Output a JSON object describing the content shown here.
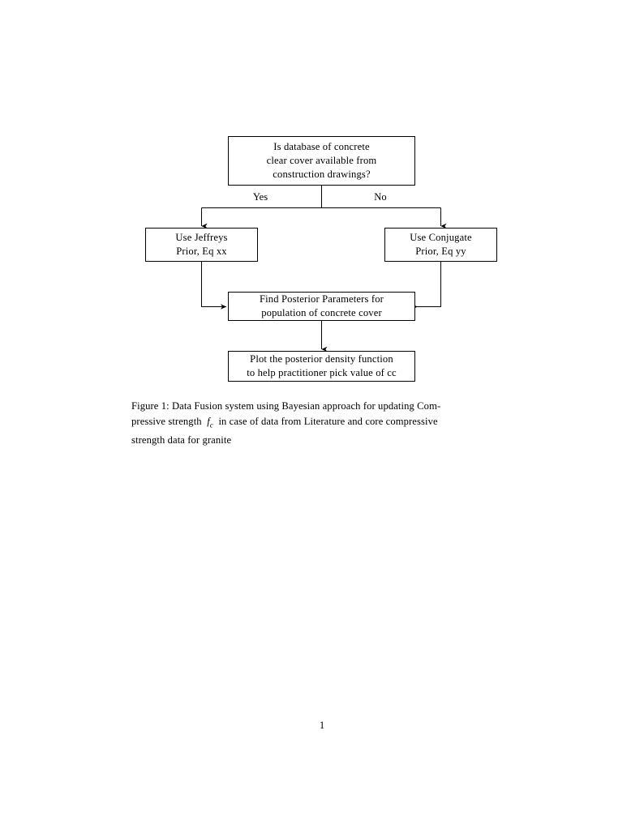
{
  "page": {
    "background": "#ffffff",
    "ink": "#000000",
    "folio": "1"
  },
  "figure": {
    "type": "flowchart",
    "nodes": [
      {
        "id": "decision",
        "shape": "rectangle",
        "lines": [
          "Is database of concrete",
          "clear cover available from",
          "construction drawings?"
        ]
      },
      {
        "id": "jeffreys",
        "shape": "rectangle",
        "lines": [
          "Use Jeffreys",
          "Prior, Eq xx"
        ]
      },
      {
        "id": "conjugate",
        "shape": "rectangle",
        "lines": [
          "Use Conjugate",
          "Prior, Eq yy"
        ]
      },
      {
        "id": "posterior",
        "shape": "rectangle",
        "lines": [
          "Find Posterior Parameters for",
          "population of concrete cover"
        ]
      },
      {
        "id": "plot",
        "shape": "rectangle",
        "lines": [
          "Plot the posterior density function",
          "to help practitioner pick value of cc"
        ]
      }
    ],
    "edge_labels": {
      "yes": "Yes",
      "no": "No"
    }
  },
  "caption": {
    "label": "Figure 1:",
    "line1_a": "Figure 1:  Data Fusion system using Bayesian approach for updating Com-",
    "line2_a": "pressive strength",
    "line2_math": "f",
    "line2_math_sub": "c",
    "line2_b": "in case of data from Literature and core compressive",
    "line3": "strength data for granite",
    "full_text": "Figure 1: Data Fusion system using Bayesian approach for updating Compressive strength f_c in case of data from Literature and core compressive strength data for granite"
  }
}
